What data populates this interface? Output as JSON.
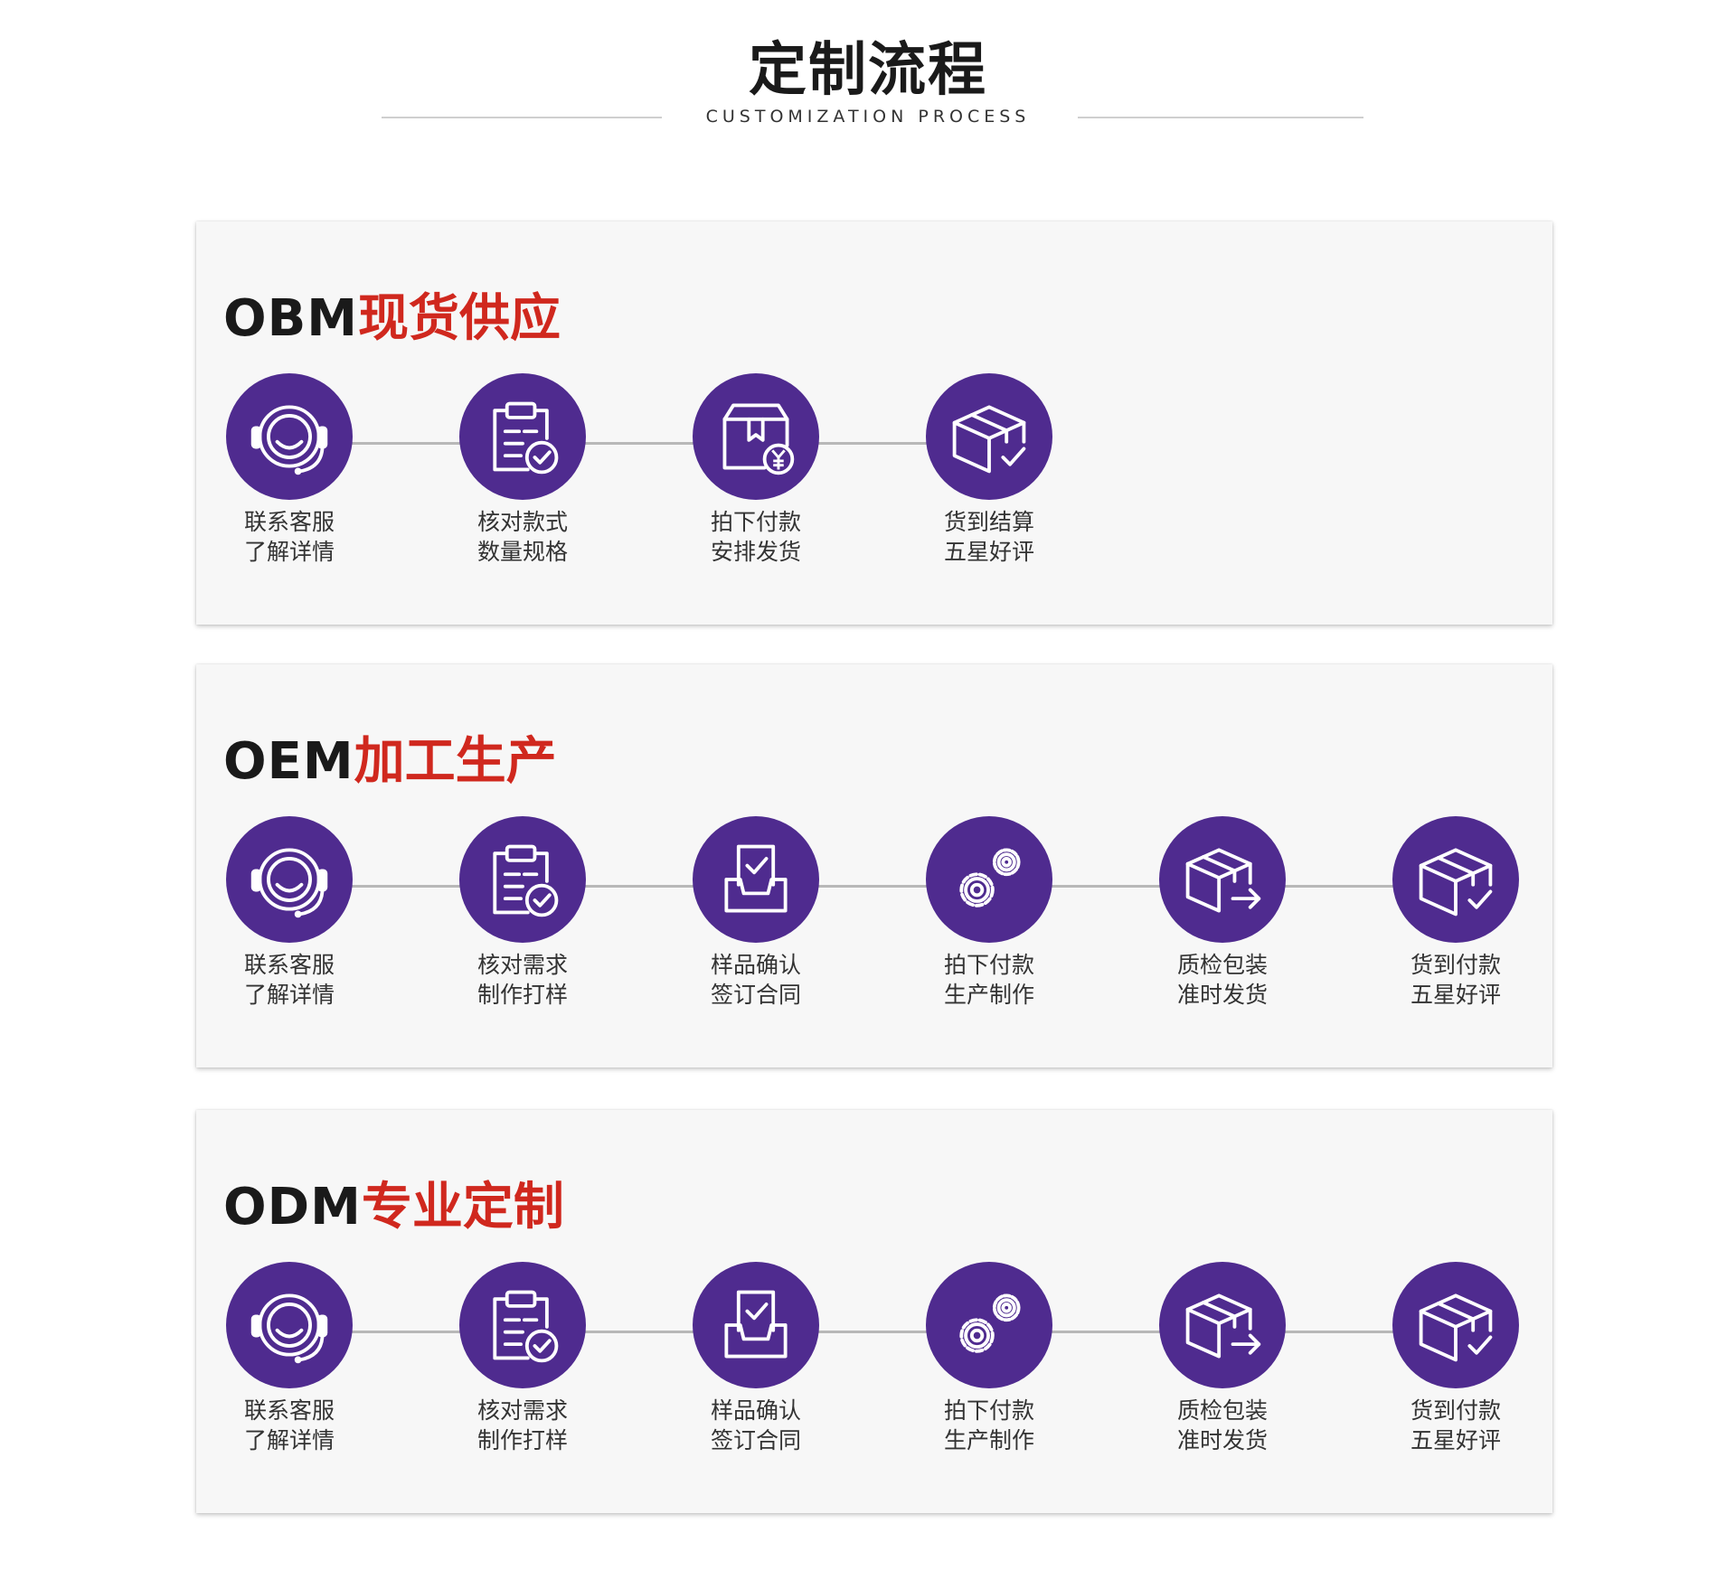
{
  "header": {
    "title": "定制流程",
    "subtitle": "CUSTOMIZATION PROCESS"
  },
  "colors": {
    "accent_purple": "#4f2b8f",
    "title_red": "#d0281e",
    "panel_bg": "#f7f7f7"
  },
  "panels": [
    {
      "code": "OBM",
      "name": "现货供应",
      "steps": [
        {
          "icon": "headset-icon",
          "line1": "联系客服",
          "line2": "了解详情"
        },
        {
          "icon": "clipboard-check-icon",
          "line1": "核对款式",
          "line2": "数量规格"
        },
        {
          "icon": "box-payment-icon",
          "line1": "拍下付款",
          "line2": "安排发货"
        },
        {
          "icon": "box-check-icon",
          "line1": "货到结算",
          "line2": "五星好评"
        }
      ]
    },
    {
      "code": "OEM",
      "name": "加工生产",
      "steps": [
        {
          "icon": "headset-icon",
          "line1": "联系客服",
          "line2": "了解详情"
        },
        {
          "icon": "clipboard-check-icon",
          "line1": "核对需求",
          "line2": "制作打样"
        },
        {
          "icon": "tray-check-icon",
          "line1": "样品确认",
          "line2": "签订合同"
        },
        {
          "icon": "gears-icon",
          "line1": "拍下付款",
          "line2": "生产制作"
        },
        {
          "icon": "box-shipping-icon",
          "line1": "质检包装",
          "line2": "准时发货"
        },
        {
          "icon": "box-check-icon",
          "line1": "货到付款",
          "line2": "五星好评"
        }
      ]
    },
    {
      "code": "ODM",
      "name": "专业定制",
      "steps": [
        {
          "icon": "headset-icon",
          "line1": "联系客服",
          "line2": "了解详情"
        },
        {
          "icon": "clipboard-check-icon",
          "line1": "核对需求",
          "line2": "制作打样"
        },
        {
          "icon": "tray-check-icon",
          "line1": "样品确认",
          "line2": "签订合同"
        },
        {
          "icon": "gears-icon",
          "line1": "拍下付款",
          "line2": "生产制作"
        },
        {
          "icon": "box-shipping-icon",
          "line1": "质检包装",
          "line2": "准时发货"
        },
        {
          "icon": "box-check-icon",
          "line1": "货到付款",
          "line2": "五星好评"
        }
      ]
    }
  ]
}
